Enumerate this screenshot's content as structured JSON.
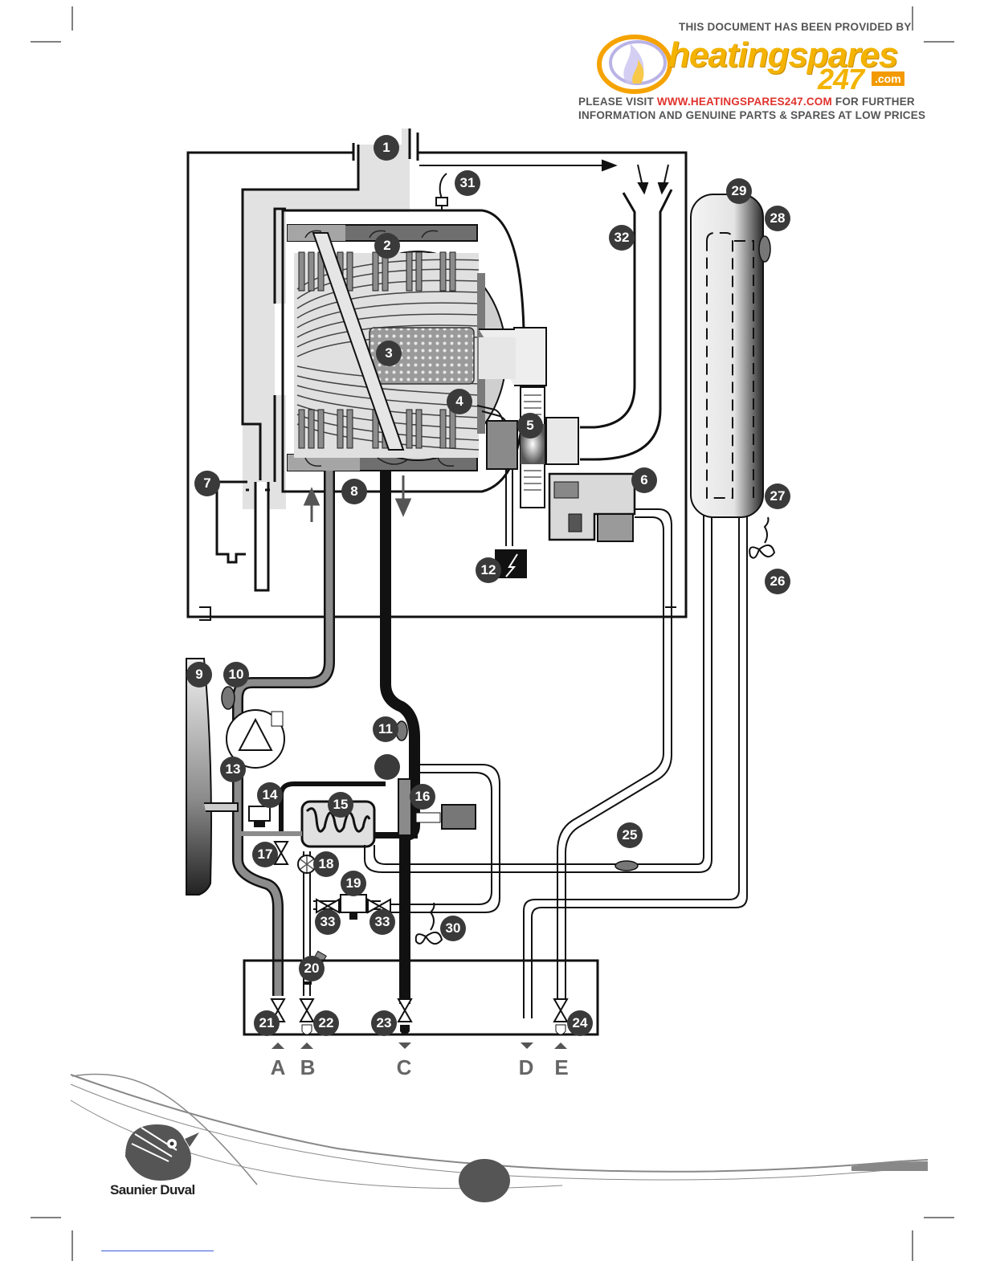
{
  "header": {
    "provided_by": "THIS DOCUMENT HAS BEEN PROVIDED BY",
    "brand_word": "heatingspares",
    "brand_number": "247",
    "brand_domain": ".com",
    "visit_prefix": "PLEASE VISIT ",
    "visit_url": "WWW.HEATINGSPARES247.COM",
    "visit_suffix": " FOR FURTHER",
    "info_line": "INFORMATION AND GENUINE PARTS & SPARES AT LOW PRICES"
  },
  "diagram": {
    "callouts": [
      "1",
      "2",
      "3",
      "4",
      "5",
      "6",
      "7",
      "8",
      "9",
      "10",
      "11",
      "12",
      "13",
      "14",
      "15",
      "16",
      "17",
      "18",
      "19",
      "20",
      "21",
      "22",
      "23",
      "24",
      "25",
      "26",
      "27",
      "28",
      "29",
      "30",
      "31",
      "32",
      "33",
      "33"
    ],
    "connection_letters": [
      "A",
      "B",
      "C",
      "D",
      "E"
    ]
  },
  "footer": {
    "brand": "Saunier Duval"
  },
  "colors": {
    "circle_fill": "#3a3a3a",
    "light_gray": "#e8e8e8",
    "mid_gray": "#8a8a8a",
    "dark_pipe": "#1e1e1e",
    "url_red": "#e0322b",
    "brand_yellow": "#f3b300"
  }
}
